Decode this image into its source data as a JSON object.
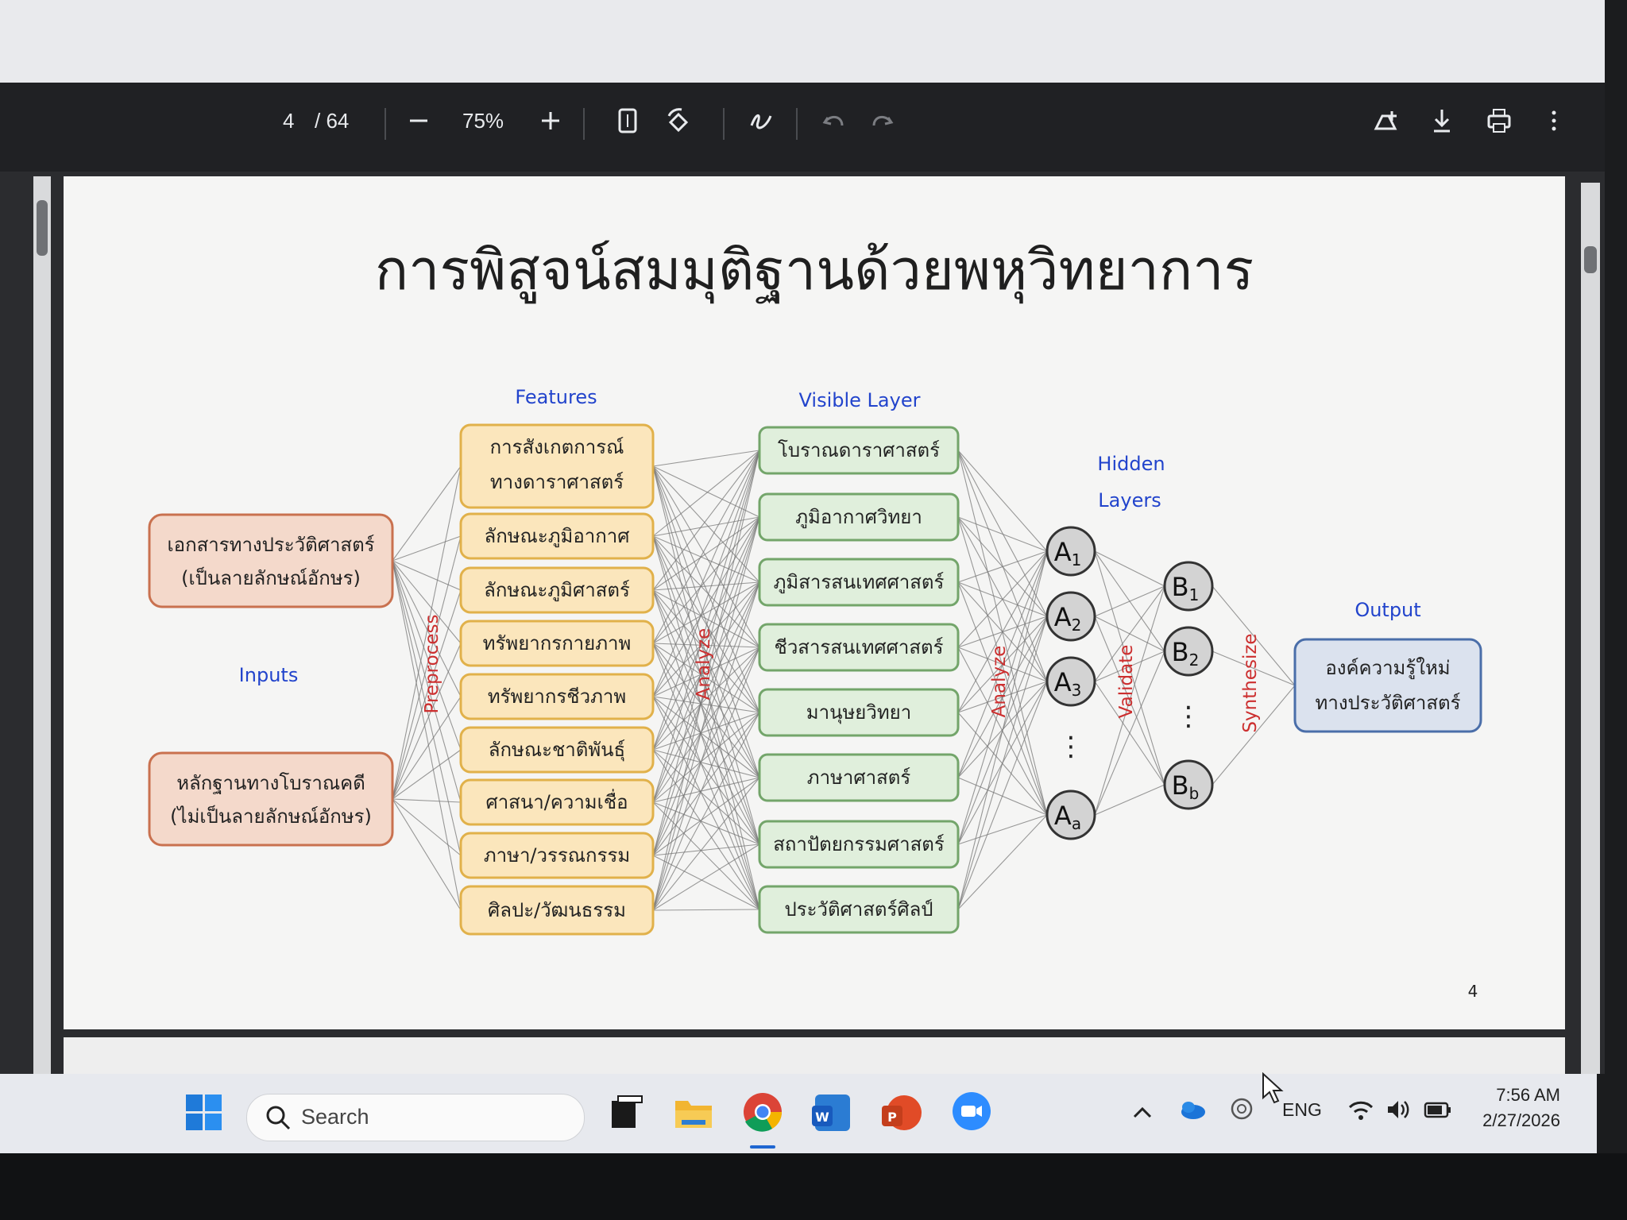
{
  "toolbar": {
    "page_current": "4",
    "page_total": "/ 64",
    "zoom": "75%",
    "icons": [
      "zoom-out-icon",
      "zoom-in-icon",
      "fit-page-icon",
      "rotate-icon",
      "annotate-icon",
      "undo-icon",
      "redo-icon",
      "add-to-drive-icon",
      "download-icon",
      "print-icon",
      "more-icon"
    ]
  },
  "slide": {
    "title": "การพิสูจน์สมมุติฐานด้วยพหุวิทยาการ",
    "page_number": "4",
    "section_labels": {
      "features": "Features",
      "visible_layer": "Visible Layer",
      "hidden_line1": "Hidden",
      "hidden_line2": "Layers",
      "output": "Output",
      "inputs": "Inputs"
    },
    "edge_labels": {
      "preprocess": "Preprocess",
      "analyze_1": "Analyze",
      "analyze_2": "Analyze",
      "validate": "Validate",
      "synthesize": "Synthesize"
    },
    "inputs": [
      {
        "line1": "เอกสารทางประวัติศาสตร์",
        "line2": "(เป็นลายลักษณ์อักษร)"
      },
      {
        "line1": "หลักฐานทางโบราณคดี",
        "line2": "(ไม่เป็นลายลักษณ์อักษร)"
      }
    ],
    "features": [
      {
        "line1": "การสังเกตการณ์",
        "line2": "ทางดาราศาสตร์"
      },
      {
        "line1": "ลักษณะภูมิอากาศ"
      },
      {
        "line1": "ลักษณะภูมิศาสตร์"
      },
      {
        "line1": "ทรัพยากรกายภาพ"
      },
      {
        "line1": "ทรัพยากรชีวภาพ"
      },
      {
        "line1": "ลักษณะชาติพันธุ์"
      },
      {
        "line1": "ศาสนา/ความเชื่อ"
      },
      {
        "line1": "ภาษา/วรรณกรรม"
      },
      {
        "line1": "ศิลปะ/วัฒนธรรม"
      }
    ],
    "visible": [
      "โบราณดาราศาสตร์",
      "ภูมิอากาศวิทยา",
      "ภูมิสารสนเทศศาสตร์",
      "ชีวสารสนเทศศาสตร์",
      "มานุษยวิทยา",
      "ภาษาศาสตร์",
      "สถาปัตยกรรมศาสตร์",
      "ประวัติศาสตร์ศิลป์"
    ],
    "hidden_a": [
      {
        "base": "A",
        "sub": "1"
      },
      {
        "base": "A",
        "sub": "2"
      },
      {
        "base": "A",
        "sub": "3"
      },
      {
        "base": "A",
        "sub": "a"
      }
    ],
    "hidden_b": [
      {
        "base": "B",
        "sub": "1"
      },
      {
        "base": "B",
        "sub": "2"
      },
      {
        "base": "B",
        "sub": "b"
      }
    ],
    "ellipsis": "⋮",
    "output": {
      "line1": "องค์ความรู้ใหม่",
      "line2": "ทางประวัติศาสตร์"
    },
    "colors": {
      "input_fill": "#f4d9cb",
      "input_stroke": "#c9714f",
      "feature_fill": "#fbe6bc",
      "feature_stroke": "#e1b14a",
      "visible_fill": "#e0efdc",
      "visible_stroke": "#73a56a",
      "node_fill": "#d3d3d3",
      "output_fill": "#dbe2ee",
      "output_stroke": "#4a6ea9",
      "label_blue": "#2244cc",
      "label_red": "#cc2f2f"
    }
  },
  "taskbar": {
    "search_placeholder": "Search",
    "apps": [
      "windows-start-icon",
      "task-view-icon",
      "file-explorer-icon",
      "chrome-icon",
      "word-icon",
      "powerpoint-icon",
      "zoom-icon"
    ],
    "language": "ENG",
    "time": "7:56 AM",
    "date": "2/27/2026"
  }
}
